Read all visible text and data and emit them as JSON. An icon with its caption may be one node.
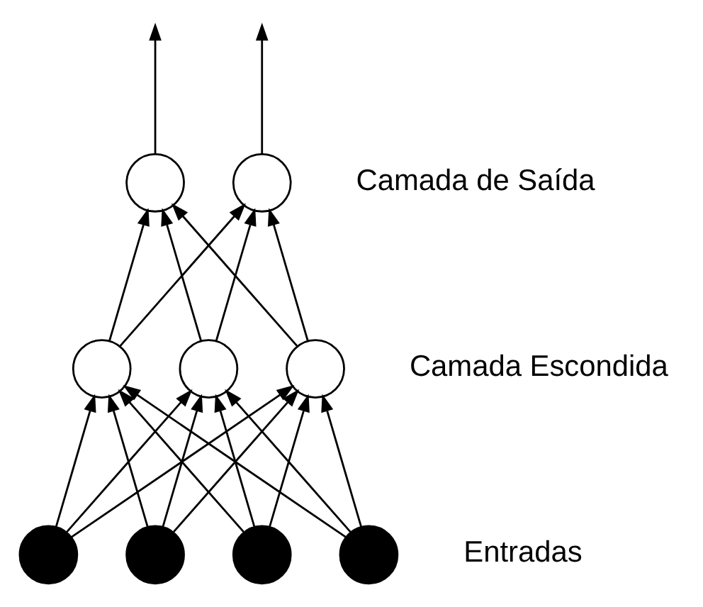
{
  "diagram": {
    "nodes": [
      {
        "text": [],
        "shape": "circle"
      },
      {
        "text": [],
        "shape": "circle"
      },
      {
        "text": [],
        "shape": "circle"
      },
      {
        "text": [],
        "shape": "circle"
      },
      {
        "text": [],
        "shape": "circle"
      },
      {
        "text": [],
        "shape": "circle"
      },
      {
        "text": [],
        "shape": "circle"
      },
      {
        "text": [],
        "shape": "circle"
      },
      {
        "text": [],
        "shape": "circle"
      }
    ],
    "edges": [
      {
        "from": 0,
        "to": 4,
        "arrow": "to"
      },
      {
        "from": 0,
        "to": 5,
        "arrow": "to"
      },
      {
        "from": 0,
        "to": 6,
        "arrow": "to"
      },
      {
        "from": 1,
        "to": 4,
        "arrow": "to"
      },
      {
        "from": 1,
        "to": 5,
        "arrow": "to"
      },
      {
        "from": 1,
        "to": 6,
        "arrow": "to"
      },
      {
        "from": 2,
        "to": 4,
        "arrow": "to"
      },
      {
        "from": 2,
        "to": 5,
        "arrow": "to"
      },
      {
        "from": 2,
        "to": 6,
        "arrow": "to"
      },
      {
        "from": 3,
        "to": 4,
        "arrow": "to"
      },
      {
        "from": 3,
        "to": 5,
        "arrow": "to"
      },
      {
        "from": 3,
        "to": 6,
        "arrow": "to"
      },
      {
        "from": 4,
        "to": 7,
        "arrow": "to"
      },
      {
        "from": 4,
        "to": 8,
        "arrow": "to"
      },
      {
        "from": 5,
        "to": 7,
        "arrow": "to"
      },
      {
        "from": 5,
        "to": 8,
        "arrow": "to"
      },
      {
        "from": 6,
        "to": 7,
        "arrow": "to"
      },
      {
        "from": 6,
        "to": 8,
        "arrow": "to"
      },
      {
        "from": 7,
        "to": null,
        "arrow": "to"
      },
      {
        "from": 8,
        "to": null,
        "arrow": "to"
      }
    ],
    "labels": [
      "Camada de Saída",
      "Camada Escondida",
      "Entradas"
    ]
  }
}
